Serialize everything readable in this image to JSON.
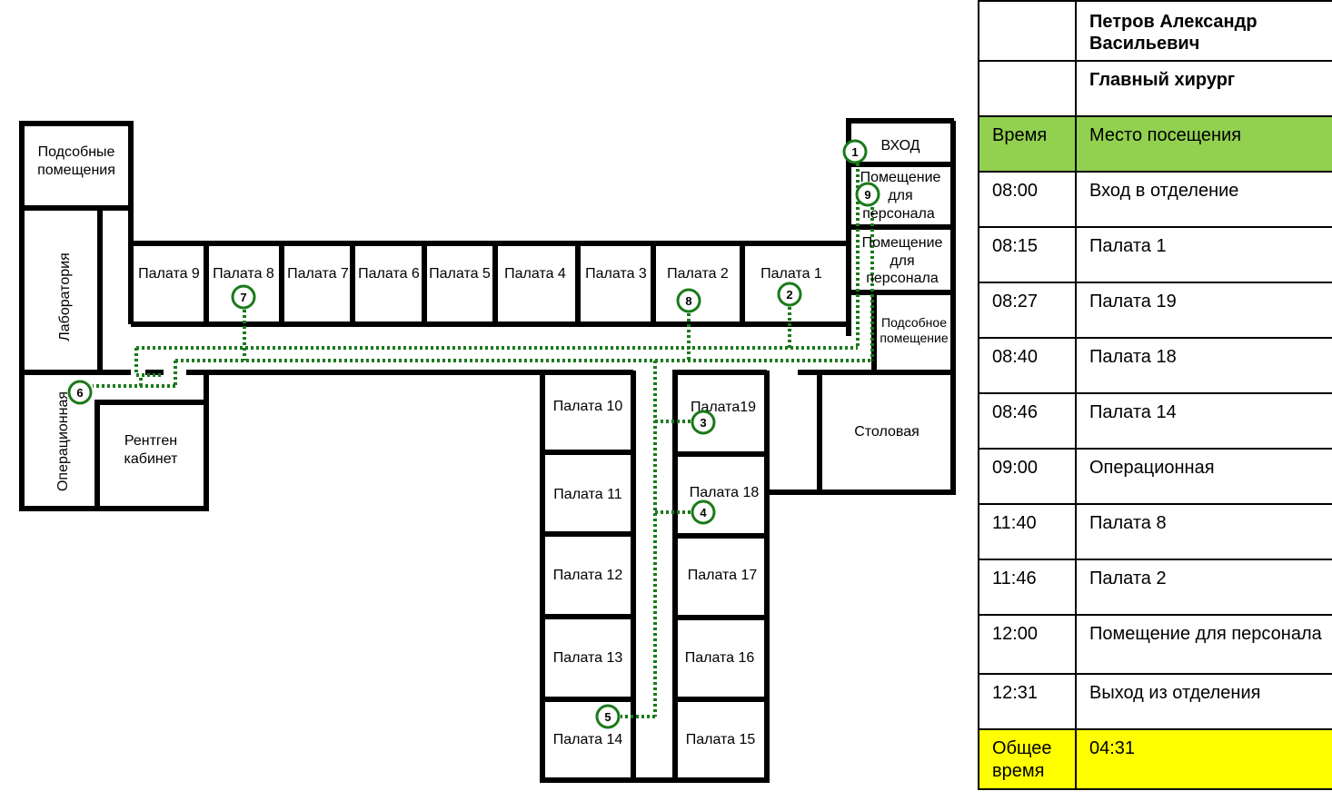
{
  "rooms": {
    "lab": "Лаборатория",
    "aux_left_1": "Подсобные",
    "aux_left_2": "помещения",
    "operating": "Операционная",
    "xray_1": "Рентген",
    "xray_2": "кабинет",
    "p1": "Палата 1",
    "p2": "Палата 2",
    "p3": "Палата 3",
    "p4": "Палата 4",
    "p5": "Палата 5",
    "p6": "Палата 6",
    "p7": "Палата 7",
    "p8": "Палата 8",
    "p9": "Палата 9",
    "p10": "Палата 10",
    "p11": "Палата 11",
    "p12": "Палата 12",
    "p13": "Палата 13",
    "p14": "Палата 14",
    "p15": "Палата 15",
    "p16": "Палата 16",
    "p17": "Палата 17",
    "p18": "Палата 18",
    "p19": "Палата19",
    "entrance": "ВХОД",
    "staff_a_1": "Помещение",
    "staff_a_2": "для",
    "staff_a_3": "персонала",
    "staff_b_1": "Помещение",
    "staff_b_2": "для",
    "staff_b_3": "персонала",
    "aux_right_1": "Подсобное",
    "aux_right_2": "помещение",
    "dining": "Столовая"
  },
  "route_points": [
    "1",
    "2",
    "3",
    "4",
    "5",
    "6",
    "7",
    "8",
    "9"
  ],
  "colors": {
    "route": "#1a7a1a",
    "header_bg": "#92d050",
    "total_bg": "#ffff00",
    "accent_wall": "#c00000"
  },
  "schedule": {
    "name_line1": "Петров Александр",
    "name_line2": "Васильевич",
    "role": "Главный хирург",
    "col_time": "Время",
    "col_place": "Место посещения",
    "rows": [
      {
        "time": "08:00",
        "place": "Вход в отделение"
      },
      {
        "time": "08:15",
        "place": "Палата 1"
      },
      {
        "time": "08:27",
        "place": "Палата 19"
      },
      {
        "time": "08:40",
        "place": "Палата 18"
      },
      {
        "time": "08:46",
        "place": "Палата 14"
      },
      {
        "time": "09:00",
        "place": "Операционная"
      },
      {
        "time": "11:40",
        "place": "Палата 8"
      },
      {
        "time": "11:46",
        "place": "Палата 2"
      },
      {
        "time": "12:00",
        "place": "Помещение для персонала"
      },
      {
        "time": "12:31",
        "place": "Выход из отделения"
      }
    ],
    "total_label_1": "Общее",
    "total_label_2": "время",
    "total_value": "04:31"
  }
}
